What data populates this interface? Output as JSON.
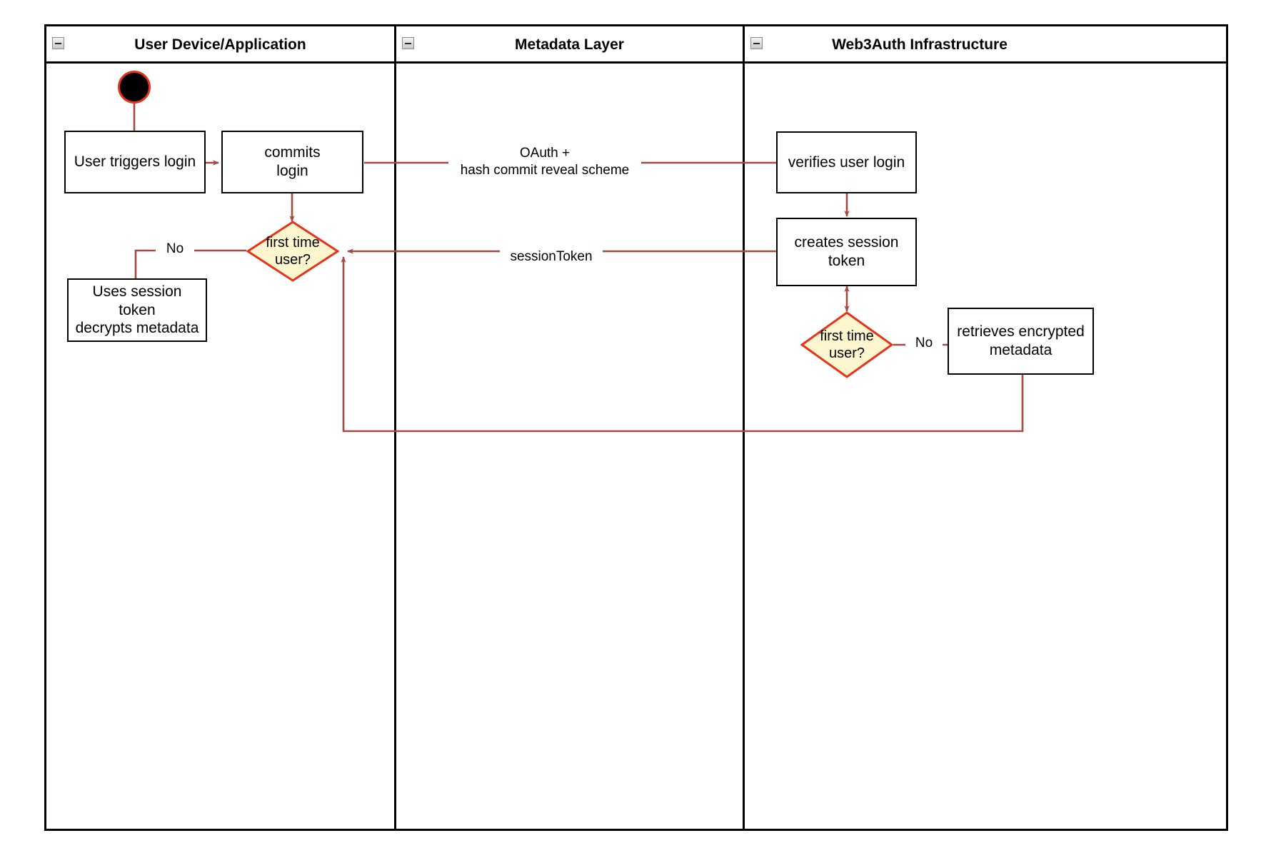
{
  "diagram": {
    "type": "uml-activity-swimlane",
    "title": "Web3Auth login flow",
    "colors": {
      "lane_border": "#000000",
      "node_border": "#000000",
      "node_fill": "#ffffff",
      "decision_border": "#e8331c",
      "decision_fill": "#fdf6cf",
      "edge": "#a04a42",
      "start_fill": "#000000",
      "start_border": "#e8331c",
      "text": "#000000"
    }
  },
  "lanes": [
    {
      "id": "user-device",
      "label": "User Device/Application",
      "collapse_icon": "minus-icon"
    },
    {
      "id": "metadata-layer",
      "label": "Metadata Layer",
      "collapse_icon": "minus-icon"
    },
    {
      "id": "web3auth",
      "label": "Web3Auth Infrastructure",
      "collapse_icon": "minus-icon"
    }
  ],
  "nodes": {
    "start": {
      "kind": "initial-node",
      "label": ""
    },
    "user_triggers_login": {
      "kind": "action",
      "label": "User triggers login",
      "lane": "user-device"
    },
    "commits_login": {
      "kind": "action",
      "label": "commits\nlogin",
      "lane": "user-device"
    },
    "decision_client": {
      "kind": "decision",
      "label": "first time\nuser?",
      "lane": "user-device"
    },
    "uses_session_token": {
      "kind": "action",
      "label": "Uses session\ntoken\ndecrypts metadata",
      "lane": "user-device"
    },
    "verifies_user_login": {
      "kind": "action",
      "label": "verifies user login",
      "lane": "web3auth"
    },
    "creates_session_token": {
      "kind": "action",
      "label": "creates session\ntoken",
      "lane": "web3auth"
    },
    "decision_server": {
      "kind": "decision",
      "label": "first time\nuser?",
      "lane": "web3auth"
    },
    "retrieves_encrypted_metadata": {
      "kind": "action",
      "label": "retrieves encrypted\nmetadata",
      "lane": "web3auth"
    }
  },
  "edges": [
    {
      "id": "start-to-trigger",
      "from": "start",
      "to": "user_triggers_login",
      "label": ""
    },
    {
      "id": "trigger-to-commits",
      "from": "user_triggers_login",
      "to": "commits_login",
      "label": ""
    },
    {
      "id": "commits-to-verifies",
      "from": "commits_login",
      "to": "verifies_user_login",
      "label": "OAuth +\nhash commit reveal scheme"
    },
    {
      "id": "commits-to-decision",
      "from": "commits_login",
      "to": "decision_client",
      "label": ""
    },
    {
      "id": "decision-client-no",
      "from": "decision_client",
      "to": "uses_session_token",
      "label": "No"
    },
    {
      "id": "verifies-to-creates",
      "from": "verifies_user_login",
      "to": "creates_session_token",
      "label": ""
    },
    {
      "id": "creates-to-decision-client",
      "from": "creates_session_token",
      "to": "decision_client",
      "label": "sessionToken"
    },
    {
      "id": "creates-to-decision-server",
      "from": "creates_session_token",
      "to": "decision_server",
      "label": ""
    },
    {
      "id": "decision-server-no",
      "from": "decision_server",
      "to": "retrieves_encrypted_metadata",
      "label": "No"
    },
    {
      "id": "retrieves-to-decision-client",
      "from": "retrieves_encrypted_metadata",
      "to": "decision_client",
      "label": ""
    }
  ],
  "edge_labels": {
    "oauth": "OAuth +\nhash commit reveal scheme",
    "session_token": "sessionToken",
    "no_client": "No",
    "no_server": "No"
  }
}
